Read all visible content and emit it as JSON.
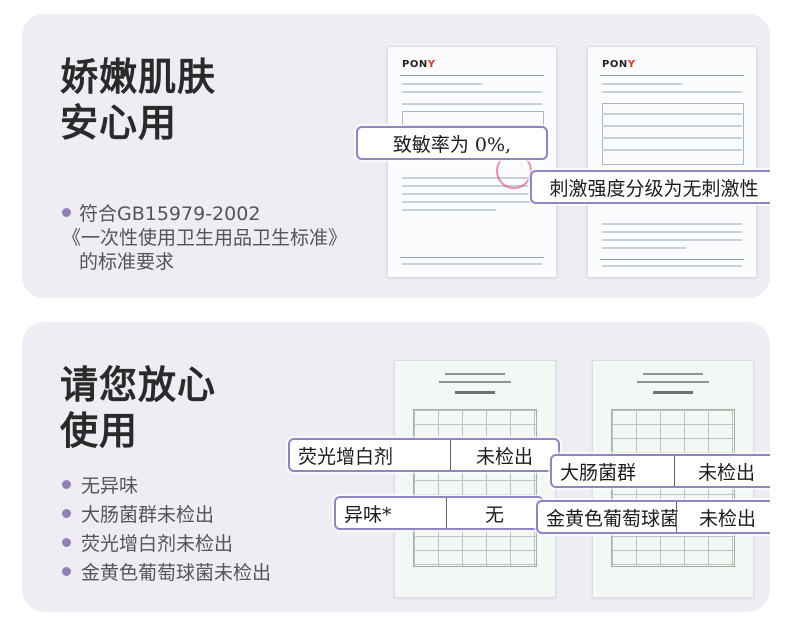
{
  "section1": {
    "heading": [
      "娇嫩肌肤",
      "安心用"
    ],
    "description": [
      "符合GB15979-2002",
      "《一次性使用卫生用品卫生标准》",
      "的标准要求"
    ],
    "documents": [
      {
        "logo_brand": "PON",
        "logo_mark": "Y"
      },
      {
        "logo_brand": "PON",
        "logo_mark": "Y"
      }
    ],
    "callouts": {
      "sensitization": "致敏率为 0%,",
      "irritation": "刺激强度分级为无刺激性"
    }
  },
  "section2": {
    "heading": [
      "请您放心",
      "使用"
    ],
    "bullets": [
      "无异味",
      "大肠菌群未检出",
      "荧光增白剂未检出",
      "金黄色葡萄球菌未检出"
    ],
    "callouts": {
      "fluorescent": {
        "item": "荧光增白剂",
        "result": "未检出"
      },
      "odor": {
        "item": "异味*",
        "result": "无"
      },
      "coliform": {
        "item": "大肠菌群",
        "result": "未检出"
      },
      "staph": {
        "item": "金黄色葡萄球菌",
        "result": "未检出"
      }
    }
  },
  "colors": {
    "panel_bg": "#efedf3",
    "accent": "#9283c2",
    "bullet": "#8e80b8"
  }
}
